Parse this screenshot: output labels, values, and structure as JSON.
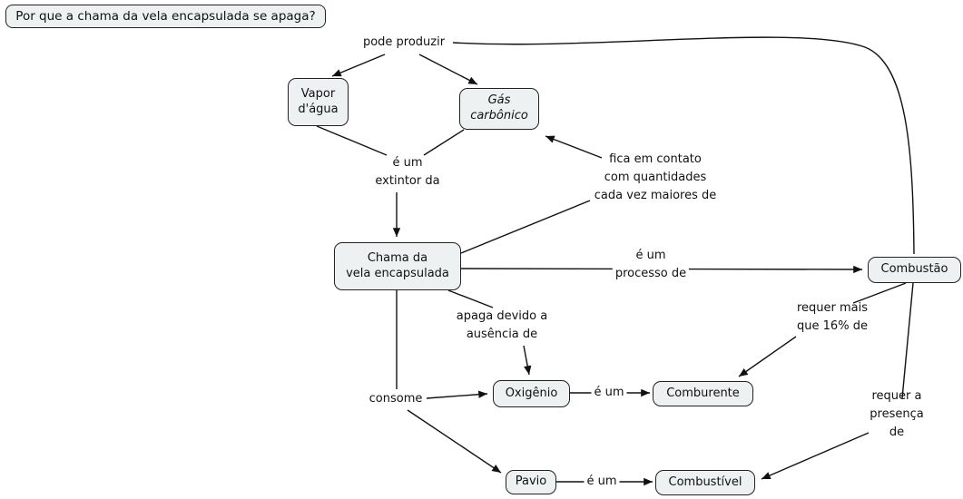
{
  "title": "Por que a chama da vela encapsulada se apaga?",
  "concepts": {
    "vapor_dagua": {
      "label": "Vapor\nd'água"
    },
    "gas_carbonico": {
      "label": "Gás\ncarbônico"
    },
    "chama": {
      "label": "Chama da\nvela encapsulada"
    },
    "combustao": {
      "label": "Combustão"
    },
    "oxigenio": {
      "label": "Oxigênio"
    },
    "comburente": {
      "label": "Comburente"
    },
    "pavio": {
      "label": "Pavio"
    },
    "combustivel": {
      "label": "Combustível"
    }
  },
  "links": {
    "pode_produzir": {
      "label": "pode produzir"
    },
    "e_um_extintor": {
      "label": "é um\nextintor da"
    },
    "fica_em_contato": {
      "label": "fica em contato\ncom quantidades\ncada vez maiores de"
    },
    "e_um_processo": {
      "label": "é um\nprocesso de"
    },
    "apaga_devido": {
      "label": "apaga devido a\nausência de"
    },
    "requer_mais": {
      "label": "requer mais\nque 16% de"
    },
    "consome": {
      "label": "consome"
    },
    "e_um_oxigenio": {
      "label": "é um"
    },
    "requer_presenca": {
      "label": "requer a\npresença de"
    },
    "e_um_pavio": {
      "label": "é um"
    }
  },
  "colors": {
    "node_fill": "#edf1f2",
    "node_border": "#222222",
    "line": "#111111",
    "background": "#ffffff"
  }
}
